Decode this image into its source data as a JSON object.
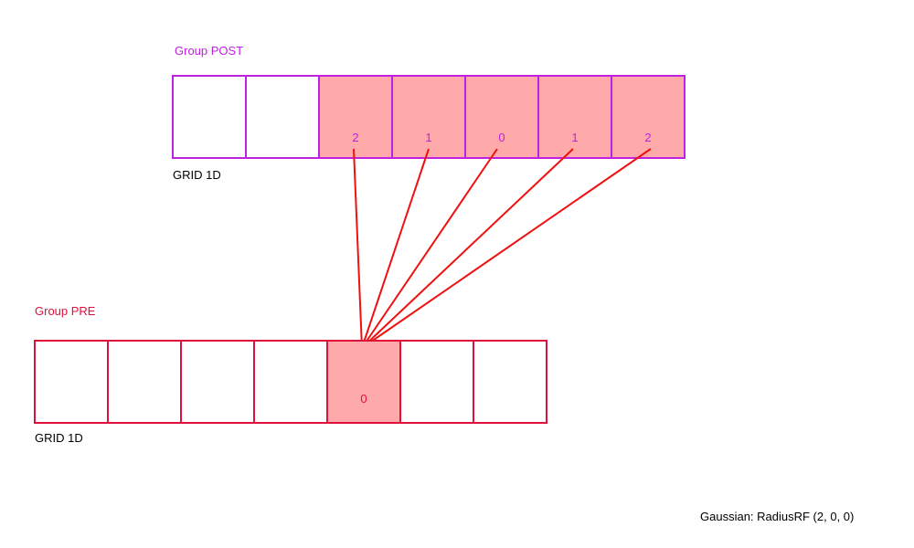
{
  "post_group": {
    "title": "Group POST",
    "grid_label": "GRID 1D",
    "color": "#c020e0",
    "cells": [
      {
        "active": false,
        "label": ""
      },
      {
        "active": false,
        "label": ""
      },
      {
        "active": true,
        "label": "2"
      },
      {
        "active": true,
        "label": "1"
      },
      {
        "active": true,
        "label": "0"
      },
      {
        "active": true,
        "label": "1"
      },
      {
        "active": true,
        "label": "2"
      }
    ]
  },
  "pre_group": {
    "title": "Group PRE",
    "grid_label": "GRID 1D",
    "color": "#e0103c",
    "cells": [
      {
        "active": false,
        "label": ""
      },
      {
        "active": false,
        "label": ""
      },
      {
        "active": false,
        "label": ""
      },
      {
        "active": false,
        "label": ""
      },
      {
        "active": true,
        "label": "0"
      },
      {
        "active": false,
        "label": ""
      },
      {
        "active": false,
        "label": ""
      }
    ]
  },
  "connection_color": "#f01010",
  "active_fill": "#ffaaaa",
  "caption": "Gaussian: RadiusRF (2, 0, 0)"
}
